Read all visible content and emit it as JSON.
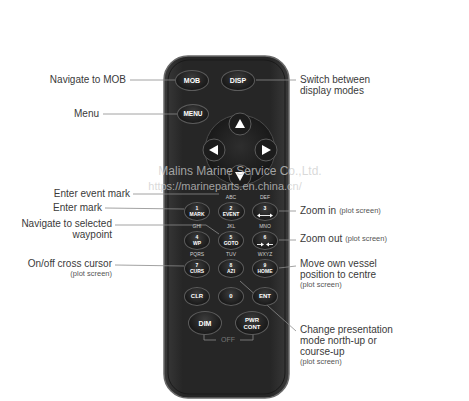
{
  "diagram": {
    "nodes": [
      {
        "text": [
          "MOB"
        ]
      },
      {
        "text": [
          "DISP"
        ]
      },
      {
        "text": [
          "MENU"
        ]
      },
      {
        "text": [
          "1",
          "MARK"
        ]
      },
      {
        "text": [
          "ABC",
          "2",
          "EVENT"
        ]
      },
      {
        "text": [
          "DEF",
          "3"
        ]
      },
      {
        "text": [
          "GHI",
          "4",
          "WP"
        ]
      },
      {
        "text": [
          "JKL",
          "5",
          "GOTO"
        ]
      },
      {
        "text": [
          "MNO",
          "6"
        ]
      },
      {
        "text": [
          "PQRS",
          "7",
          "CURS"
        ]
      },
      {
        "text": [
          "TUV",
          "8",
          "AZI"
        ]
      },
      {
        "text": [
          "WXYZ",
          "9",
          "HOME"
        ]
      },
      {
        "text": [
          "CLR"
        ]
      },
      {
        "text": [
          "0"
        ]
      },
      {
        "text": [
          "ENT"
        ]
      },
      {
        "text": [
          "DIM"
        ]
      },
      {
        "text": [
          "PWR",
          "CONT"
        ]
      }
    ],
    "labels": [
      "Navigate to MOB",
      "Menu",
      "Enter event mark",
      "Enter mark",
      "Navigate to selected waypoint",
      "On/off cross cursor",
      "(plot screen)",
      "Switch between display modes",
      "Zoom in",
      "(plot screen)",
      "Zoom out",
      "(plot screen)",
      "Move own vessel position to centre",
      "(plot screen)",
      "Change presentation mode north-up or course-up",
      "(plot screen)",
      "OFF",
      "Malins Marine Service Co.,Ltd.",
      "https://marineparts.en.china.cn/"
    ]
  }
}
